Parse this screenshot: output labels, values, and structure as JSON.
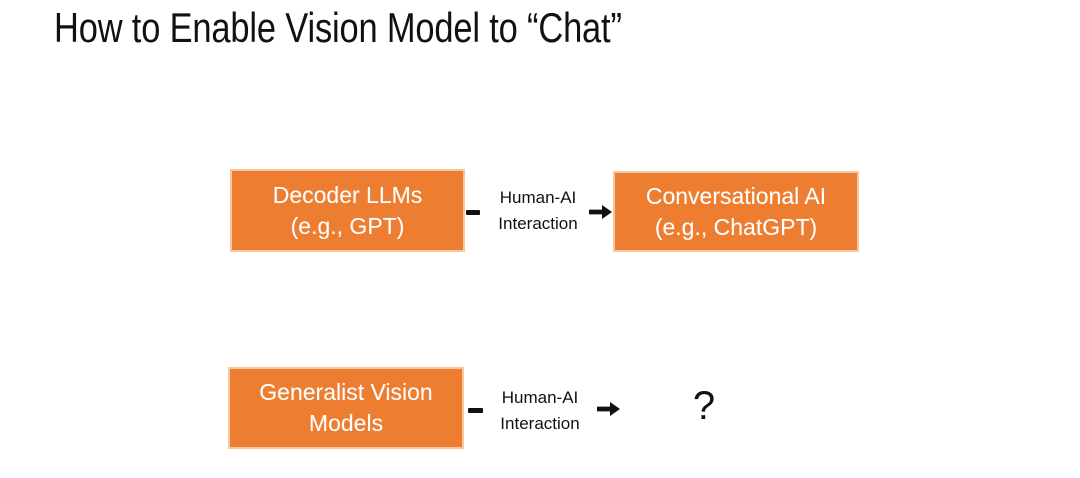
{
  "slide": {
    "title": "How to Enable Vision Model to “Chat”",
    "background_color": "#FFFFFF",
    "accent_color": "#ED7D31",
    "box_text_color": "#FFFFFF",
    "box_border_color": "#F7C8A0",
    "text_color": "#111111"
  },
  "rows": [
    {
      "id": "row-1",
      "source_box": {
        "name": "decoder-llms",
        "line1": "Decoder LLMs",
        "line2": "(e.g., GPT)"
      },
      "connector": {
        "dash_icon": "dash-icon",
        "label_line1": "Human-AI",
        "label_line2": "Interaction",
        "arrow_icon": "arrow-right-icon"
      },
      "target_box": {
        "name": "conversational-ai",
        "line1": "Conversational AI",
        "line2": "(e.g., ChatGPT)"
      }
    },
    {
      "id": "row-2",
      "source_box": {
        "name": "generalist-vision-models",
        "line1": "Generalist Vision",
        "line2": "Models"
      },
      "connector": {
        "dash_icon": "dash-icon",
        "label_line1": "Human-AI",
        "label_line2": "Interaction",
        "arrow_icon": "arrow-right-icon"
      },
      "target_unknown": {
        "name": "question-mark",
        "text": "?"
      }
    }
  ]
}
